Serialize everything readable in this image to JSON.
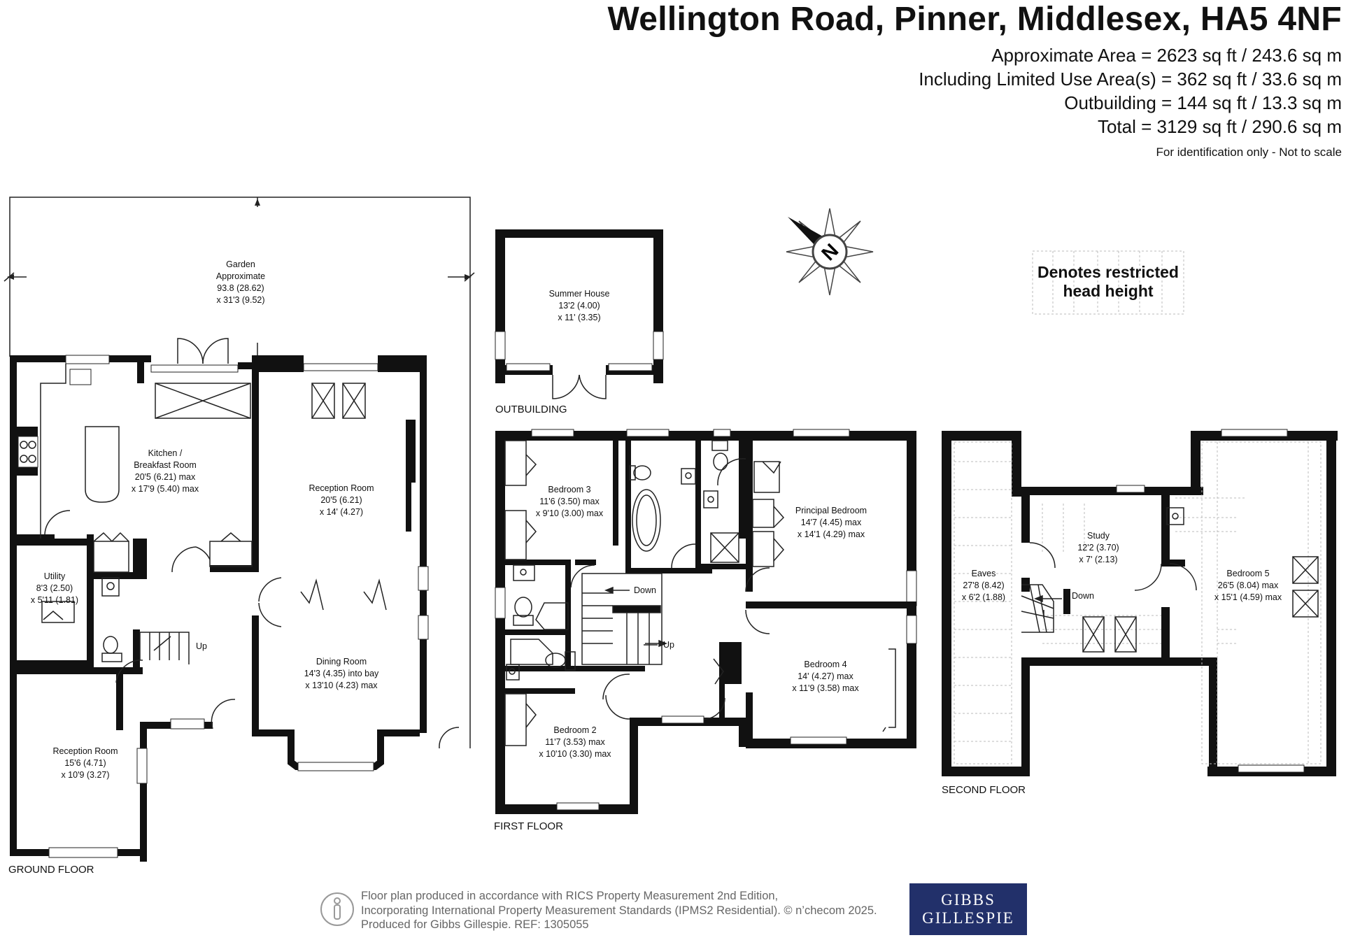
{
  "header": {
    "title": "Wellington Road, Pinner, Middlesex, HA5 4NF",
    "areas": [
      "Approximate Area = 2623 sq ft / 243.6 sq m",
      "Including Limited Use Area(s) = 362 sq ft / 33.6 sq m",
      "Outbuilding = 144 sq ft / 13.3 sq m",
      "Total = 3129 sq ft / 290.6 sq m"
    ],
    "note": "For identification only - Not to scale"
  },
  "legend": {
    "restricted_line1": "Denotes restricted",
    "restricted_line2": "head height"
  },
  "compass": {
    "letter": "N"
  },
  "floors": {
    "ground": "GROUND FLOOR",
    "first": "FIRST FLOOR",
    "second": "SECOND FLOOR",
    "outbuilding": "OUTBUILDING"
  },
  "rooms": {
    "garden": [
      "Garden",
      "Approximate",
      "93.8 (28.62)",
      "x 31'3 (9.52)"
    ],
    "kitchen": [
      "Kitchen /",
      "Breakfast Room",
      "20'5 (6.21) max",
      "x 17'9 (5.40) max"
    ],
    "reception_rear": [
      "Reception Room",
      "20'5 (6.21)",
      "x 14' (4.27)"
    ],
    "utility": [
      "Utility",
      "8'3 (2.50)",
      "x 5'11 (1.81)"
    ],
    "dining": [
      "Dining Room",
      "14'3 (4.35) into bay",
      "x 13'10 (4.23) max"
    ],
    "reception_front": [
      "Reception Room",
      "15'6 (4.71)",
      "x 10'9 (3.27)"
    ],
    "summer_house": [
      "Summer House",
      "13'2 (4.00)",
      "x 11' (3.35)"
    ],
    "bedroom3": [
      "Bedroom 3",
      "11'6 (3.50) max",
      "x 9'10 (3.00) max"
    ],
    "principal": [
      "Principal Bedroom",
      "14'7 (4.45) max",
      "x 14'1 (4.29) max"
    ],
    "bedroom4": [
      "Bedroom 4",
      "14' (4.27) max",
      "x 11'9 (3.58) max"
    ],
    "bedroom2": [
      "Bedroom 2",
      "11'7 (3.53) max",
      "x 10'10 (3.30) max"
    ],
    "eaves": [
      "Eaves",
      "27'8 (8.42)",
      "x 6'2 (1.88)"
    ],
    "study": [
      "Study",
      "12'2 (3.70)",
      "x 7' (2.13)"
    ],
    "bedroom5": [
      "Bedroom 5",
      "26'5 (8.04) max",
      "x 15'1 (4.59) max"
    ]
  },
  "stairs": {
    "ground_up": "Up",
    "first_down": "Down",
    "first_up": "Up",
    "second_down": "Down"
  },
  "footer": {
    "line1": "Floor plan produced in accordance with RICS Property Measurement 2nd Edition,",
    "line2": "Incorporating International Property Measurement Standards (IPMS2 Residential).   © n’checom 2025.",
    "line3": "Produced for Gibbs Gillespie.   REF:  1305055"
  },
  "brand": {
    "line1": "GIBBS",
    "line2": "GILLESPIE"
  }
}
